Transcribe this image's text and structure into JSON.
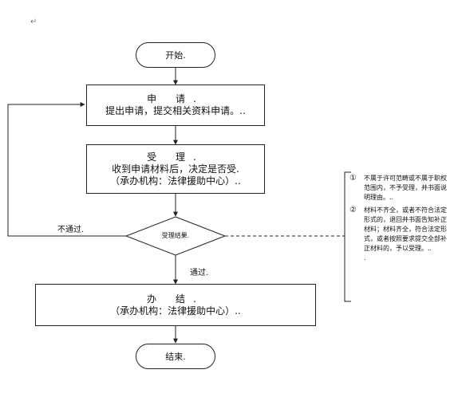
{
  "top_mark": "↵",
  "nodes": {
    "start": "开始.",
    "apply": {
      "title": "申 请.",
      "desc": "提出申请，提交相关资料申请。.."
    },
    "accept": {
      "title": "受 理.",
      "desc": "收到申请材料后，决定是否受.",
      "agency": "（承办机构：法律援助中心）.."
    },
    "decision": "受理结果.",
    "handle": {
      "title": "办 结.",
      "agency": "（承办机构：法律援助中心）.."
    },
    "end": "结束."
  },
  "edges": {
    "fail": "不通过.",
    "pass": "通过."
  },
  "note": {
    "items": [
      {
        "num": "①",
        "text": "不属于许可范畴或不属于职权范围内，不予受理，并书面说明理由。.."
      },
      {
        "num": "②",
        "text": "材料不齐全，或者不符合法定形式的，退回并书面告知补正材料；材料齐全，符合法定形式，或者按照要求提交全部补正材料的，予以受理。.."
      }
    ],
    "trail": "."
  }
}
